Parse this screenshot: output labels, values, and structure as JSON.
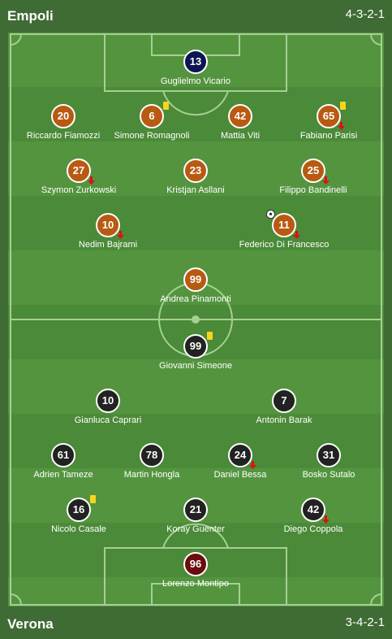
{
  "home": {
    "name": "Empoli",
    "formation": "4-3-2-1",
    "color": "#b85a12",
    "gk_color": "#0b1552",
    "players": [
      {
        "number": "13",
        "name": "Guglielmo Vicario",
        "gk": true
      },
      {
        "number": "20",
        "name": "Riccardo Fiamozzi"
      },
      {
        "number": "6",
        "name": "Simone Romagnoli",
        "yellow": true
      },
      {
        "number": "42",
        "name": "Mattia Viti"
      },
      {
        "number": "65",
        "name": "Fabiano Parisi",
        "yellow": true,
        "sub": true
      },
      {
        "number": "27",
        "name": "Szymon Zurkowski",
        "sub": true
      },
      {
        "number": "23",
        "name": "Kristjan Asllani"
      },
      {
        "number": "25",
        "name": "Filippo Bandinelli",
        "sub": true
      },
      {
        "number": "10",
        "name": "Nedim Bajrami",
        "sub": true
      },
      {
        "number": "11",
        "name": "Federico Di Francesco",
        "sub": true,
        "goal": true
      },
      {
        "number": "99",
        "name": "Andrea Pinamonti"
      }
    ]
  },
  "away": {
    "name": "Verona",
    "formation": "3-4-2-1",
    "color": "#222222",
    "gk_color": "#6b0d0d",
    "players": [
      {
        "number": "99",
        "name": "Giovanni Simeone",
        "yellow": true
      },
      {
        "number": "10",
        "name": "Gianluca Caprari"
      },
      {
        "number": "7",
        "name": "Antonin Barak"
      },
      {
        "number": "61",
        "name": "Adrien Tameze"
      },
      {
        "number": "78",
        "name": "Martin Hongla"
      },
      {
        "number": "24",
        "name": "Daniel Bessa",
        "sub": true
      },
      {
        "number": "31",
        "name": "Bosko Sutalo"
      },
      {
        "number": "16",
        "name": "Nicolo Casale",
        "yellow": true
      },
      {
        "number": "21",
        "name": "Koray Guenter"
      },
      {
        "number": "42",
        "name": "Diego Coppola",
        "sub": true
      },
      {
        "number": "96",
        "name": "Lorenzo Montipo",
        "gk": true
      }
    ]
  },
  "icons": {
    "yellow_card": "yellow-card-icon",
    "substitution": "substitution-arrow-icon",
    "goal": "football-icon"
  },
  "colors": {
    "yellow_card": "#f7d51d",
    "sub_arrow": "#e01010",
    "pitch_light": "#54943f",
    "pitch_dark": "#4b8a38",
    "background": "#3f6b34"
  }
}
